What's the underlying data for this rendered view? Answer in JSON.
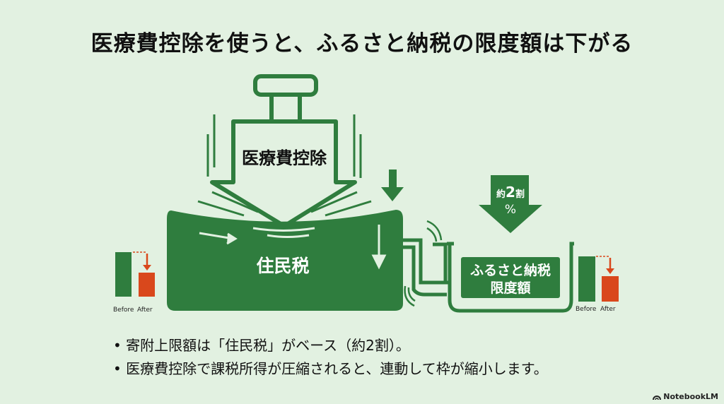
{
  "title": "医療費控除を使うと、ふるさと納税の限度額は下がる",
  "diagram": {
    "press_label": "医療費控除",
    "tank_label": "住民税",
    "reduction_arrow": {
      "line1_prefix": "約",
      "line1_number": "2",
      "line1_suffix": "割",
      "line2": "%"
    },
    "basin_label_line1": "ふるさと納税",
    "basin_label_line2": "限度額",
    "before_label": "Before",
    "after_label": "After",
    "colors": {
      "green": "#2f7d3e",
      "orange": "#d9481c",
      "background": "#e2f1e1"
    }
  },
  "bullets": [
    "寄附上限額は「住民税」がベース（約2割）。",
    "医療費控除で課税所得が圧縮されると、連動して枠が縮小します。"
  ],
  "brand": "NotebookLM"
}
